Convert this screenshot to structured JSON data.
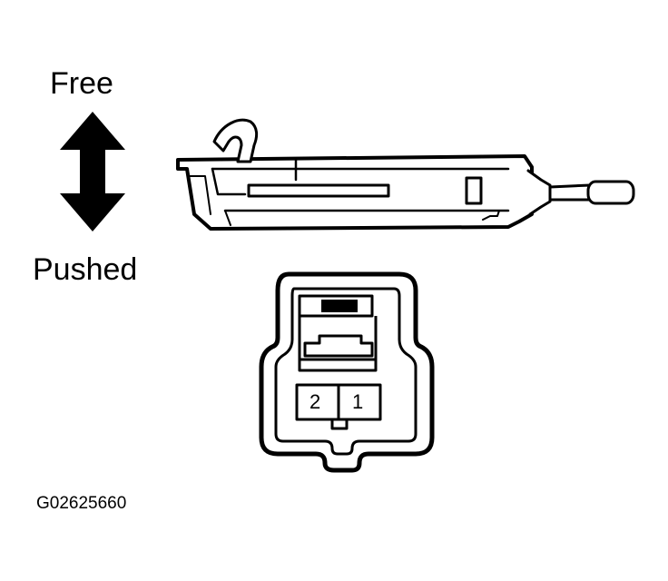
{
  "labels": {
    "free": "Free",
    "pushed": "Pushed",
    "figure_code": "G02625660"
  },
  "connector": {
    "pins": [
      "2",
      "1"
    ]
  },
  "colors": {
    "line": "#000000",
    "background": "#ffffff"
  },
  "icons": {
    "direction": "double-arrow-vertical"
  }
}
